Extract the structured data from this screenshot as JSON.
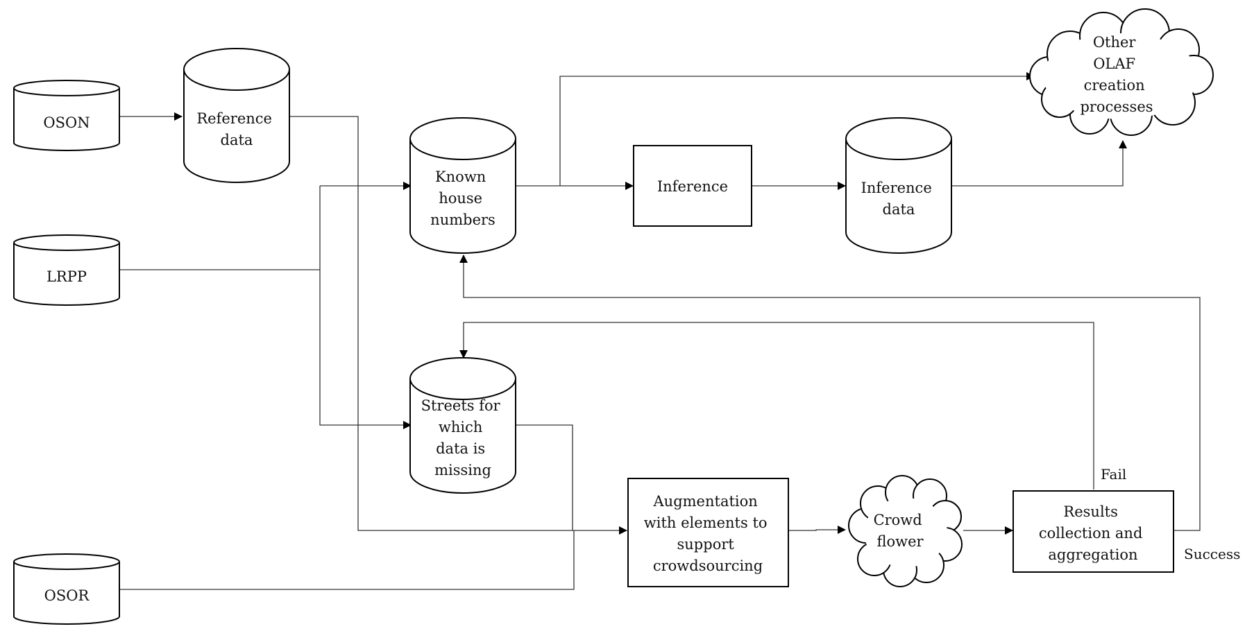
{
  "nodes": {
    "oson": {
      "label": [
        "OSON"
      ]
    },
    "reference_data": {
      "label": [
        "Reference",
        "data"
      ]
    },
    "lrpp": {
      "label": [
        "LRPP"
      ]
    },
    "osor": {
      "label": [
        "OSOR"
      ]
    },
    "known_house_numbers": {
      "label": [
        "Known",
        "house",
        "numbers"
      ]
    },
    "streets_missing": {
      "label": [
        "Streets for",
        "which",
        "data is",
        "missing"
      ]
    },
    "inference": {
      "label": [
        "Inference"
      ]
    },
    "inference_data": {
      "label": [
        "Inference",
        "data"
      ]
    },
    "other_olaf": {
      "label": [
        "Other",
        "OLAF",
        "creation",
        "processes"
      ]
    },
    "augmentation": {
      "label": [
        "Augmentation",
        "with elements to",
        "support",
        "crowdsourcing"
      ]
    },
    "crowd_flower": {
      "label": [
        "Crowd",
        "flower"
      ]
    },
    "results": {
      "label": [
        "Results",
        "collection and",
        "aggregation"
      ]
    }
  },
  "edge_labels": {
    "fail": "Fail",
    "success": "Success"
  }
}
